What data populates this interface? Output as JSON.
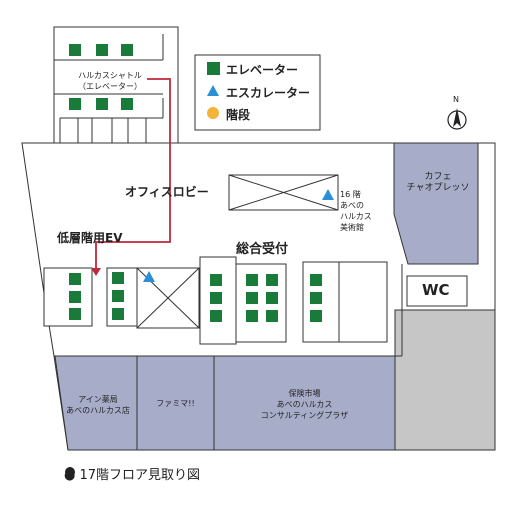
{
  "legend": {
    "elevator": "エレベーター",
    "escalator": "エスカレーター",
    "stairs": "階段"
  },
  "labels": {
    "shuttle": "ハルカスシャトル",
    "shuttle_sub": "（エレベーター）",
    "office_lobby": "オフィスロビー",
    "museum_floor": "16 階",
    "museum_line1": "あべの",
    "museum_line2": "ハルカス",
    "museum_line3": "美術館",
    "low_floor_ev": "低層階用EV",
    "reception": "総合受付",
    "cafe_line1": "カフェ",
    "cafe_line2": "チャオプレッソ",
    "wc": "WC",
    "pharmacy_line1": "アイン薬局",
    "pharmacy_line2": "あべのハルカス店",
    "familymart": "ファミマ!!",
    "insurance_line1": "保険市場",
    "insurance_line2": "あべのハルカス",
    "insurance_line3": "コンサルティングプラザ",
    "north": "N"
  },
  "caption": "● 17階フロア見取り図",
  "colors": {
    "elevator": "#1a7a3a",
    "escalator": "#2a8fd6",
    "stairs": "#f4b43a",
    "shop": "#a7adc9",
    "gray": "#c6c6c6",
    "route": "#c0283c"
  }
}
